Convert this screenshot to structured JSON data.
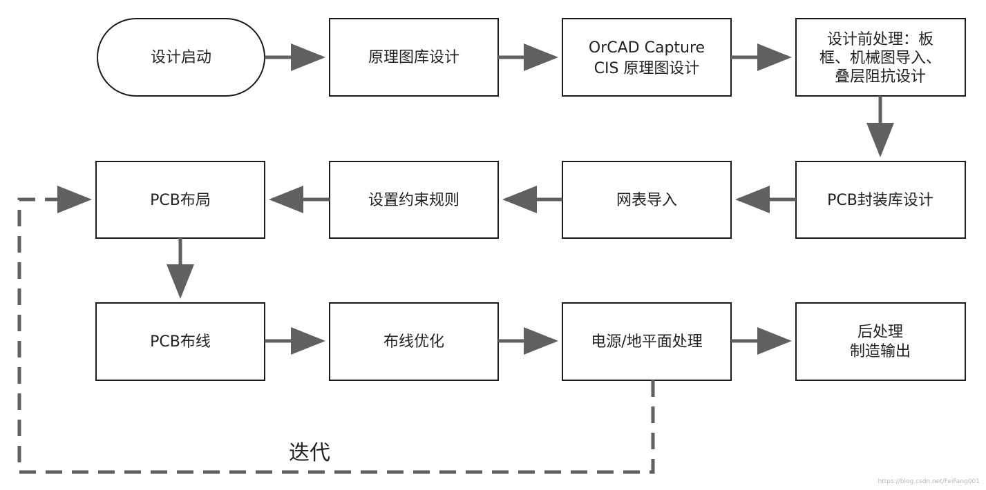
{
  "diagram": {
    "nodes": {
      "start": [
        "设计启动"
      ],
      "lib_schematic": [
        "原理图库设计"
      ],
      "orcad": [
        "OrCAD Capture",
        "CIS 原理图设计"
      ],
      "pre_design": [
        "设计前处理：板",
        "框、机械图导入、",
        "叠层阻抗设计"
      ],
      "pcb_footprint": [
        "PCB封装库设计"
      ],
      "netlist": [
        "网表导入"
      ],
      "constraints": [
        "设置约束规则"
      ],
      "pcb_layout": [
        "PCB布局"
      ],
      "pcb_routing": [
        "PCB布线"
      ],
      "routing_opt": [
        "布线优化"
      ],
      "power_plane": [
        "电源/地平面处理"
      ],
      "post_process": [
        "后处理",
        "制造输出"
      ]
    },
    "iteration_label": "迭代",
    "watermark": "https://blog.csdn.net/FeiFang001"
  },
  "colors": {
    "box_stroke": "#1a1a1a",
    "box_fill": "#ffffff",
    "arrow": "#606060",
    "text": "#222222"
  }
}
